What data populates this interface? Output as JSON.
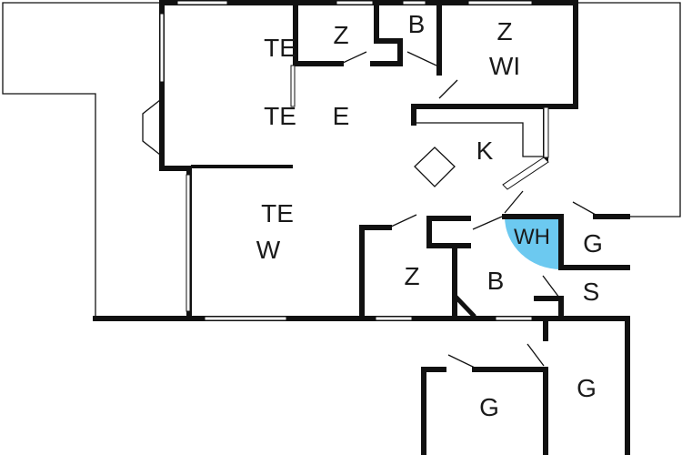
{
  "floorplan": {
    "rooms": {
      "terrace_1": "TE",
      "bedroom_top": "Z",
      "bath_top": "B",
      "bedroom_right": "Z",
      "laundry": "WI",
      "terrace_2": "TE",
      "entrance": "E",
      "kitchen": "K",
      "terrace_3": "TE",
      "living": "W",
      "bedroom_bottom": "Z",
      "bath_bottom": "B",
      "whirlpool": "WH",
      "storage_1": "G",
      "sauna": "S",
      "storage_2": "G",
      "storage_3": "G"
    },
    "colors": {
      "wall": "#111111",
      "whirlpool": "#6cc9f0"
    }
  }
}
